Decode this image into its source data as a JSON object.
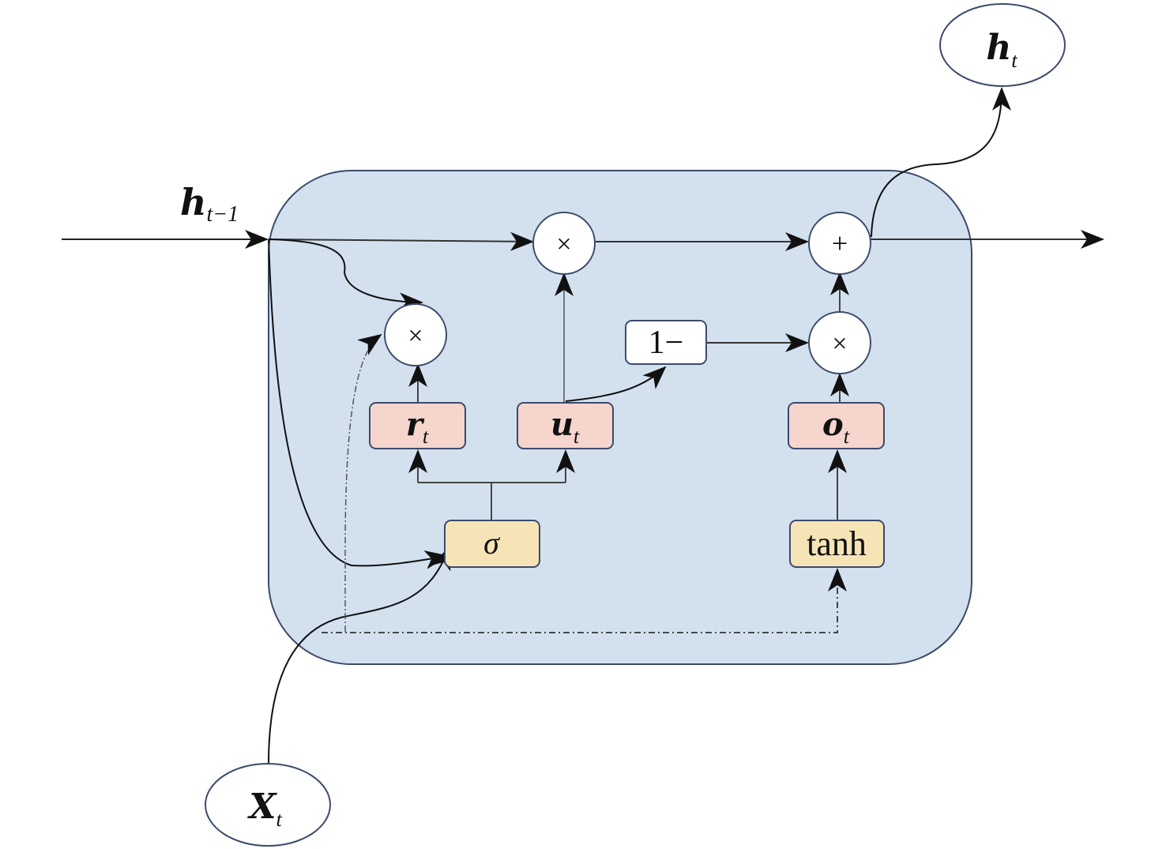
{
  "title": "GRU-style recurrent cell diagram",
  "colors": {
    "cell_fill": "#d3e1ef",
    "cell_stroke": "#3c4a6b",
    "gate_fill": "#f5d5cc",
    "activation_fill": "#f6e4b6",
    "node_fill": "#ffffff",
    "line": "#1a1a1a"
  },
  "inputs": {
    "h_prev": {
      "main": "h",
      "sub": "t−1"
    },
    "x": {
      "main": "X",
      "sub": "t"
    }
  },
  "outputs": {
    "h_out": {
      "main": "h",
      "sub": "t"
    }
  },
  "gates": {
    "reset": {
      "main": "r",
      "sub": "t"
    },
    "update": {
      "main": "u",
      "sub": "t"
    },
    "output": {
      "main": "o",
      "sub": "t"
    }
  },
  "activations": {
    "sigma": "σ",
    "tanh": "tanh"
  },
  "operators": {
    "reset_multiply": "×",
    "update_multiply": "×",
    "output_multiply": "×",
    "add": "+",
    "one_minus": "1−"
  }
}
